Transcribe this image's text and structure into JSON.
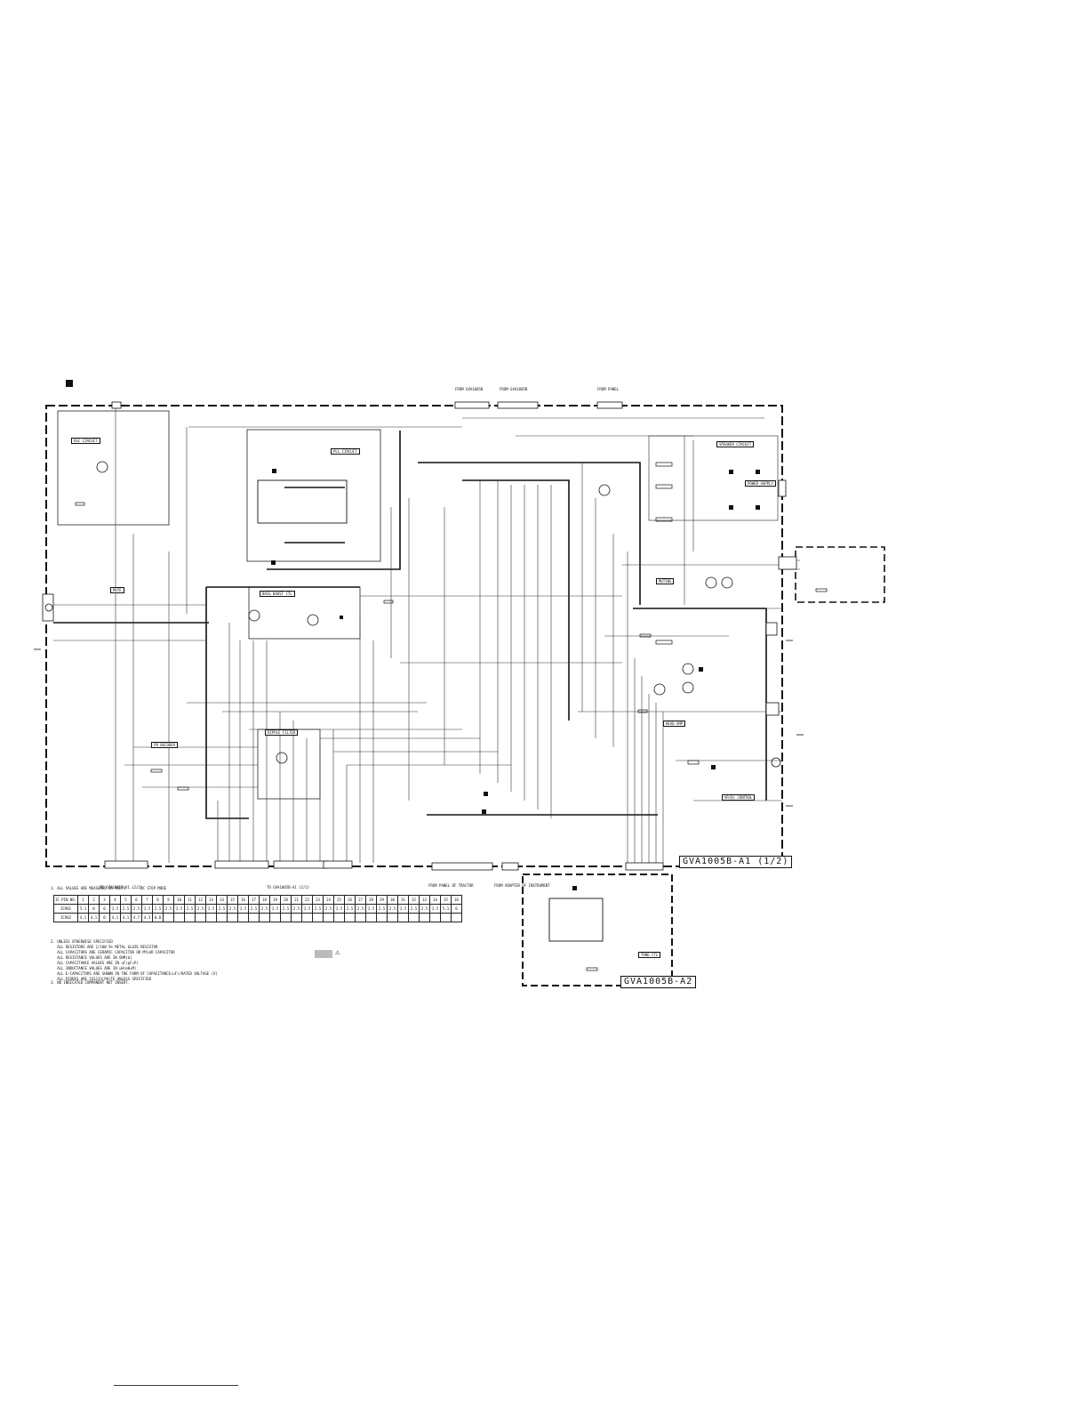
{
  "boards": {
    "main": "GVA1005B-A1 (1/2)",
    "sub": "GVA1005B-A2"
  },
  "block_labels": [
    {
      "id": "osc",
      "text": "OSC CIRCUIT"
    },
    {
      "id": "pll",
      "text": "PLL CIRCUIT"
    },
    {
      "id": "speaker",
      "text": "SPEAKER CIRCUIT"
    },
    {
      "id": "muting",
      "text": "MUTING"
    },
    {
      "id": "bass",
      "text": "BASS BOOST CTL"
    },
    {
      "id": "mute",
      "text": "MUTE"
    },
    {
      "id": "ripple",
      "text": "RIPPLE FILTER"
    },
    {
      "id": "fm",
      "text": "FM DECODER"
    },
    {
      "id": "vr",
      "text": "VR(B) CONTROL"
    },
    {
      "id": "head",
      "text": "HEAD AMP"
    },
    {
      "id": "power",
      "text": "POWER SUPPLY"
    },
    {
      "id": "tone",
      "text": "TONE CTL"
    }
  ],
  "connector_notes": {
    "top1": "FROM GVA1005B",
    "top2": "FROM GVA1005B",
    "top3": "FROM PANEL",
    "bottom_left": "TO GVA1005B-A1 (2/2)",
    "bottom_mid": "TO GVA1005B-A1 (2/2)",
    "bottom_r1": "FROM PANEL OF TRACTOR",
    "bottom_r2": "FROM ADAPTER OF INSTRUMENT"
  },
  "voltage_table": {
    "row_labels": [
      "IC PIN NO.",
      "IC901",
      "IC902"
    ],
    "pins": [
      "1",
      "2",
      "3",
      "4",
      "5",
      "6",
      "7",
      "8",
      "9",
      "10",
      "11",
      "12",
      "13",
      "14",
      "15",
      "16",
      "17",
      "18",
      "19",
      "20",
      "21",
      "22",
      "23",
      "24",
      "25",
      "26",
      "27",
      "28",
      "29",
      "30",
      "31",
      "32",
      "33",
      "34",
      "35",
      "36"
    ],
    "ic901": [
      "5.1",
      "0",
      "0",
      "2.5",
      "2.5",
      "2.5",
      "2.5",
      "2.5",
      "2.5",
      "2.5",
      "2.5",
      "2.5",
      "2.5",
      "2.5",
      "2.5",
      "2.5",
      "2.5",
      "2.5",
      "2.5",
      "2.5",
      "2.5",
      "2.5",
      "2.5",
      "2.5",
      "2.5",
      "2.5",
      "2.5",
      "2.5",
      "2.5",
      "2.5",
      "2.5",
      "2.5",
      "2.5",
      "2.5",
      "5.1",
      "0"
    ],
    "ic902": [
      "4.1",
      "4.1",
      "0",
      "4.1",
      "4.1",
      "4.7",
      "4.3",
      "0.0",
      "",
      "",
      "",
      "",
      "",
      "",
      "",
      "",
      "",
      "",
      "",
      "",
      "",
      "",
      "",
      "",
      "",
      "",
      "",
      "",
      "",
      "",
      "",
      "",
      "",
      "",
      "",
      ""
    ]
  },
  "notes": {
    "note1": "1. ALL VALUES ARE MEASURED IN VOLTS  ---- DC STOP MODE",
    "note2": "2. UNLESS OTHERWISE SPECIFIED\n   ALL RESISTORS ARE 1/10W 5% METAL GLAZE RESISTOR\n   ALL CAPACITORS ARE CERAMIC CAPACITOR OR MYLAR CAPACITOR\n   ALL RESISTANCE VALUES ARE IN OHM(Ω)\n   ALL CAPACITANCE VALUES ARE IN uF(pF=P)\n   ALL INDUCTANCE VALUES ARE IN uH(mH=M)\n   ALL E-CAPACITORS ARE SHOWN IN THE FORM OF CAPACITANCE(uF)/RATED VOLTAGE (V)\n   ALL DIODES ARE 1SS133(PH)TE UNLESS SPECIFIED",
    "note3": "3. NO INDICATED COMPONENT NOT INSERT."
  },
  "safety_symbol": "⚠"
}
